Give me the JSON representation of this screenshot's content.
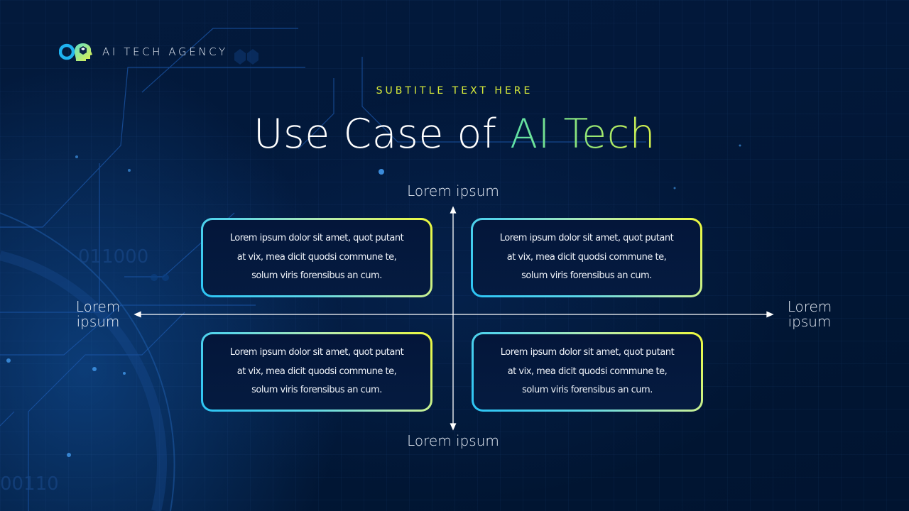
{
  "header": {
    "logo_icon": "ai-agency-logo-icon",
    "brand": "AI TECH AGENCY"
  },
  "subtitle": "SUBTITLE TEXT HERE",
  "title": {
    "prefix": "Use Case of ",
    "highlight": "AI Tech"
  },
  "colors": {
    "background": "#02183a",
    "subtitle": "#d9ec3a",
    "accent_start": "#5de0a8",
    "accent_end": "#d8f04a",
    "card_border_start": "#2bc4f5",
    "card_border_end": "#eefa3a"
  },
  "axes": {
    "top": "Lorem ipsum",
    "bottom": "Lorem ipsum",
    "left": [
      "Lorem",
      "ipsum"
    ],
    "right": [
      "Lorem",
      "ipsum"
    ]
  },
  "quadrants": [
    {
      "position": "top-left",
      "lines": [
        "Lorem ipsum dolor sit amet, quot putant",
        "at vix, mea dicit quodsi commune te,",
        "solum viris forensibus an cum."
      ]
    },
    {
      "position": "top-right",
      "lines": [
        "Lorem ipsum dolor sit amet, quot putant",
        "at vix, mea dicit quodsi commune te,",
        "solum viris forensibus an cum."
      ]
    },
    {
      "position": "bottom-left",
      "lines": [
        "Lorem ipsum dolor sit amet, quot putant",
        "at vix, mea dicit quodsi commune te,",
        "solum viris forensibus an cum."
      ]
    },
    {
      "position": "bottom-right",
      "lines": [
        "Lorem ipsum dolor sit amet, quot putant",
        "at vix, mea dicit quodsi commune te,",
        "solum viris forensibus an cum."
      ]
    }
  ]
}
